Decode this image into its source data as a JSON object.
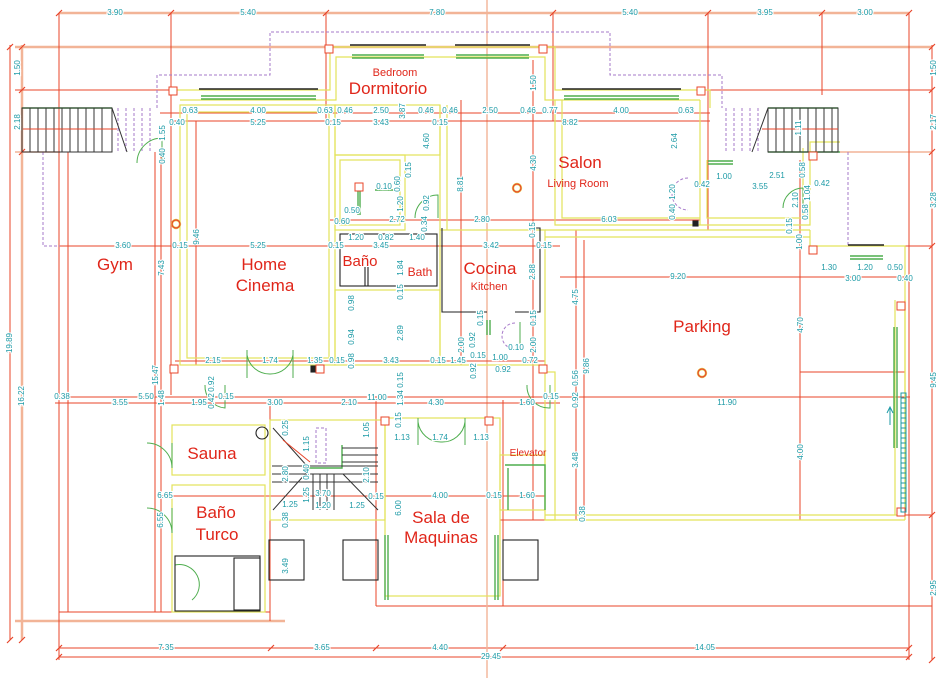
{
  "drawing": {
    "kind": "architectural floor plan",
    "units": "meters"
  },
  "rooms": {
    "bedroom": {
      "en": "Bedroom",
      "es": "Dormitorio"
    },
    "salon": {
      "es": "Salon",
      "en": "Living Room"
    },
    "gym": "Gym",
    "home_cinema": {
      "line1": "Home",
      "line2": "Cinema"
    },
    "bano": "Baño",
    "bath": "Bath",
    "cocina": {
      "es": "Cocina",
      "en": "Kitchen"
    },
    "parking": "Parking",
    "sauna": "Sauna",
    "bano_turco": {
      "line1": "Baño",
      "line2": "Turco"
    },
    "elevator": "Elevator",
    "sala_maquinas": {
      "line1": "Sala de",
      "line2": "Maquinas"
    }
  },
  "dimensions": {
    "top": [
      "3.90",
      "5.40",
      "7.80",
      "5.40",
      "3.95",
      "3.00"
    ],
    "left": [
      "1.50",
      "2.18",
      "19.89",
      "16.22"
    ],
    "right": [
      "1.50",
      "2.17",
      "3.28",
      "9.45",
      "2.95"
    ],
    "bottom": [
      "7.35",
      "3.65",
      "4.40",
      "14.05",
      "29.45"
    ],
    "interior": [
      "0.63",
      "4.00",
      "0.63",
      "0.46",
      "2.50",
      "0.46",
      "0.46",
      "2.50",
      "0.46",
      "0.77",
      "4.00",
      "0.63",
      "0.40",
      "5.25",
      "0.15",
      "3.43",
      "0.15",
      "8.82",
      "1.55",
      "0.40",
      "3.87",
      "4.60",
      "1.50",
      "4.30",
      "8.81",
      "2.64",
      "1.11",
      "3.60",
      "0.15",
      "9.46",
      "5.25",
      "0.15",
      "3.45",
      "3.42",
      "0.15",
      "7.43",
      "0.15",
      "0.60",
      "0.10",
      "1.20",
      "0.50",
      "0.60",
      "2.72",
      "0.92",
      "0.34",
      "2.80",
      "0.15",
      "6.03",
      "1.20",
      "0.82",
      "1.40",
      "1.84",
      "0.15",
      "2.88",
      "1.20",
      "0.40",
      "0.42",
      "1.00",
      "2.51",
      "3.55",
      "0.58",
      "0.42",
      "2.10",
      "1.04",
      "0.58",
      "0.15",
      "1.00",
      "1.30",
      "1.20",
      "0.50",
      "9.20",
      "3.00",
      "0.40",
      "4.75",
      "4.70",
      "9.86",
      "0.56",
      "0.92",
      "11.90",
      "4.00",
      "3.48",
      "0.38",
      "0.38",
      "5.50",
      "3.55",
      "1.48",
      "15.47",
      "1.95",
      "0.42",
      "0.92",
      "0.15",
      "3.00",
      "2.10",
      "11.00",
      "4.30",
      "1.60",
      "0.15",
      "2.15",
      "1.74",
      "1.35",
      "0.15",
      "3.43",
      "0.15",
      "1.45",
      "0.98",
      "0.94",
      "0.98",
      "2.89",
      "0.15",
      "1.34",
      "2.00",
      "0.92",
      "0.92",
      "0.15",
      "0.15",
      "1.00",
      "0.10",
      "0.72",
      "0.92",
      "2.00",
      "0.15",
      "0.25",
      "1.15",
      "2.80",
      "0.40",
      "1.25",
      "3.70",
      "1.25",
      "1.20",
      "1.25",
      "0.15",
      "1.05",
      "2.10",
      "0.38",
      "3.49",
      "0.15",
      "1.13",
      "1.74",
      "1.13",
      "4.00",
      "0.15",
      "1.60",
      "6.00",
      "6.65",
      "6.55"
    ]
  },
  "colors": {
    "room_label": "#e0261a",
    "dimension_text": "#1c9aa6",
    "grid_line": "#e8452a",
    "outer_dimension": "#f2b497",
    "wall": "#e3e35a",
    "window": "#4fae4f",
    "hidden_line": "#a678c9",
    "background": "#ffffff"
  }
}
